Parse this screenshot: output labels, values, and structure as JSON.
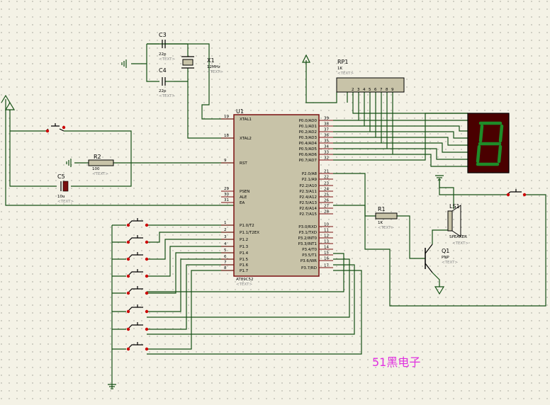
{
  "chip": {
    "ref": "U1",
    "part": "AT89C52",
    "text": "<TEXT>",
    "left_pins": [
      {
        "num": "19",
        "name": "XTAL1"
      },
      {
        "num": "18",
        "name": "XTAL2"
      },
      {
        "num": "9",
        "name": "RST"
      },
      {
        "num": "29",
        "name": "PSEN"
      },
      {
        "num": "30",
        "name": "ALE"
      },
      {
        "num": "31",
        "name": "EA"
      },
      {
        "num": "1",
        "name": "P1.0/T2"
      },
      {
        "num": "2",
        "name": "P1.1/T2EX"
      },
      {
        "num": "3",
        "name": "P1.2"
      },
      {
        "num": "4",
        "name": "P1.3"
      },
      {
        "num": "5",
        "name": "P1.4"
      },
      {
        "num": "6",
        "name": "P1.5"
      },
      {
        "num": "7",
        "name": "P1.6"
      },
      {
        "num": "8",
        "name": "P1.7"
      }
    ],
    "right_pins": [
      {
        "num": "39",
        "name": "P0.0/AD0"
      },
      {
        "num": "38",
        "name": "P0.1/AD1"
      },
      {
        "num": "37",
        "name": "P0.2/AD2"
      },
      {
        "num": "36",
        "name": "P0.3/AD3"
      },
      {
        "num": "35",
        "name": "P0.4/AD4"
      },
      {
        "num": "34",
        "name": "P0.5/AD5"
      },
      {
        "num": "33",
        "name": "P0.6/AD6"
      },
      {
        "num": "32",
        "name": "P0.7/AD7"
      },
      {
        "num": "21",
        "name": "P2.0/A8"
      },
      {
        "num": "22",
        "name": "P2.1/A9"
      },
      {
        "num": "23",
        "name": "P2.2/A10"
      },
      {
        "num": "24",
        "name": "P2.3/A11"
      },
      {
        "num": "25",
        "name": "P2.4/A12"
      },
      {
        "num": "26",
        "name": "P2.5/A13"
      },
      {
        "num": "27",
        "name": "P2.6/A14"
      },
      {
        "num": "28",
        "name": "P2.7/A15"
      },
      {
        "num": "10",
        "name": "P3.0/RXD"
      },
      {
        "num": "11",
        "name": "P3.1/TXD"
      },
      {
        "num": "12",
        "name": "P3.2/INT0"
      },
      {
        "num": "13",
        "name": "P3.3/INT1"
      },
      {
        "num": "14",
        "name": "P3.4/T0"
      },
      {
        "num": "15",
        "name": "P3.5/T1"
      },
      {
        "num": "16",
        "name": "P3.6/WR"
      },
      {
        "num": "17",
        "name": "P3.7/RD"
      }
    ]
  },
  "parts": {
    "c3": {
      "ref": "C3",
      "value": "22p",
      "text": "<TEXT>"
    },
    "c4": {
      "ref": "C4",
      "value": "22p",
      "text": "<TEXT>"
    },
    "x1": {
      "ref": "X1",
      "value": "12MHz",
      "text": "<TEXT>"
    },
    "rp1": {
      "ref": "RP1",
      "value": "1K",
      "text": "<TEXT>"
    },
    "r2": {
      "ref": "R2",
      "value": "100",
      "text": "<TEXT>"
    },
    "c5": {
      "ref": "C5",
      "value": "10u",
      "text": "<TEXT>"
    },
    "r1": {
      "ref": "R1",
      "value": "1K",
      "text": "<TEXT>"
    },
    "ls1": {
      "ref": "LS1",
      "value": "SPEAKER",
      "text": "<TEXT>"
    },
    "q1": {
      "ref": "Q1",
      "value": "PNP",
      "text": "<TEXT>"
    }
  },
  "rp1_pins": [
    "2",
    "3",
    "4",
    "5",
    "6",
    "7",
    "8",
    "9"
  ],
  "display": {
    "digit": "8",
    "segment_color": "#1e8c28",
    "body_color": "#4a0000"
  },
  "watermark": "51黑电子",
  "colors": {
    "wire": "#145014",
    "component": "#7a1010",
    "chip_fill": "#c8c3a8",
    "pink_text": "#e030e0"
  }
}
